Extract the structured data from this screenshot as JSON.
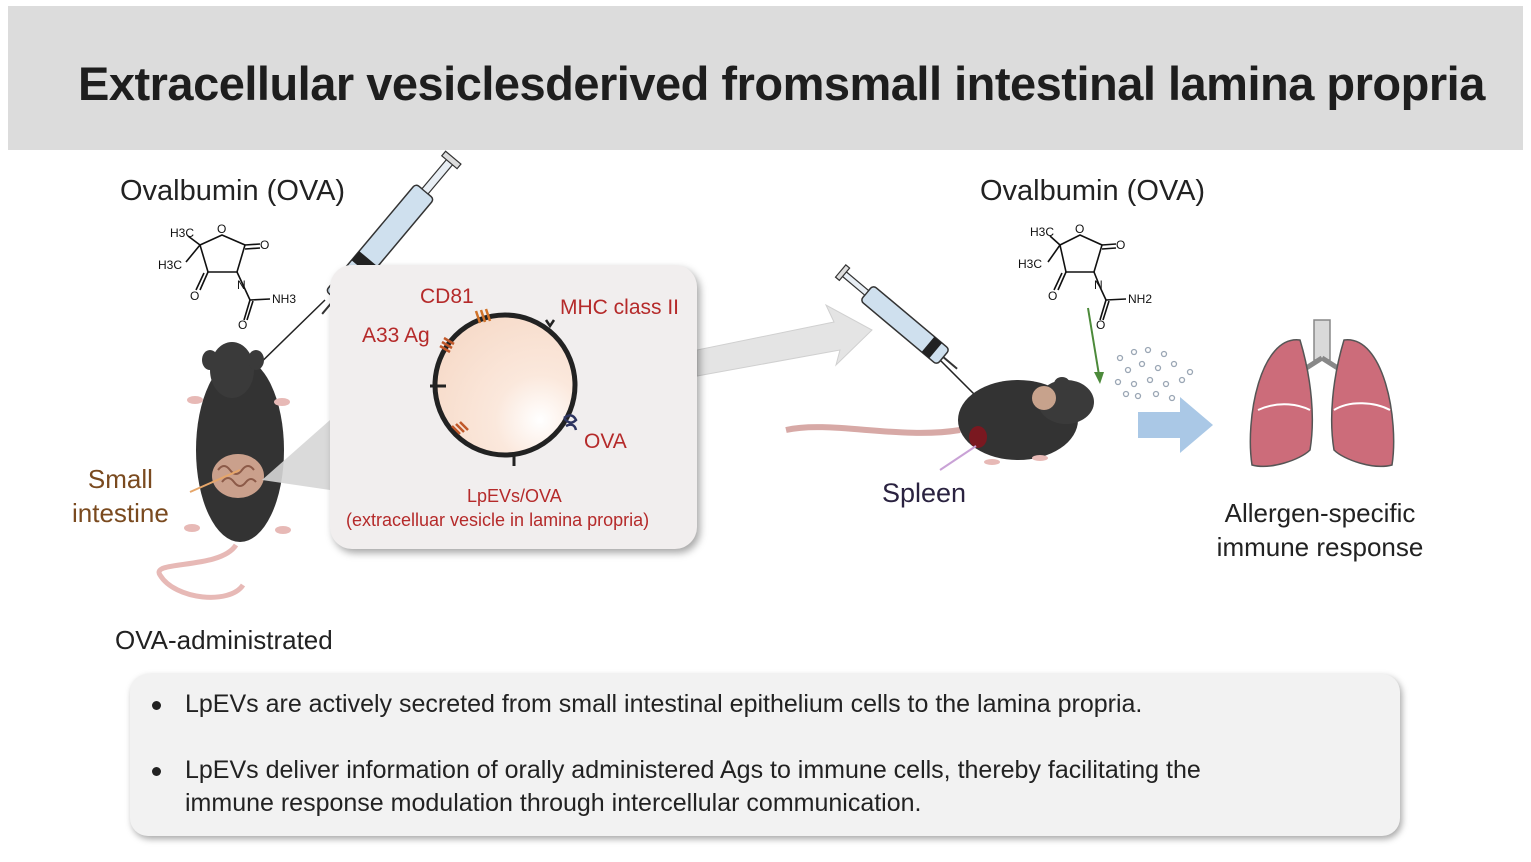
{
  "header": {
    "title": "Extracellular vesiclesderived fromsmall intestinal lamina propria"
  },
  "left": {
    "ova_title": "Ovalbumin (OVA)",
    "chem": {
      "h3c_top": "H3C",
      "h3c_bottom": "H3C",
      "nh3": "NH3",
      "o1": "O",
      "o2": "O",
      "o3": "O",
      "o4": "O",
      "n": "N"
    },
    "organ_label": "Small\nintestine",
    "mouse_caption": "OVA-administrated"
  },
  "inset": {
    "markers": {
      "cd81": "CD81",
      "mhc": "MHC class II",
      "a33": "A33 Ag",
      "ova": "OVA"
    },
    "caption_line1": "LpEVs/OVA",
    "caption_line2": "(extracelluar vesicle in lamina propria)"
  },
  "right": {
    "ova_title": "Ovalbumin (OVA)",
    "chem": {
      "h3c_top": "H3C",
      "h3c_bottom": "H3C",
      "nh2": "NH2",
      "o1": "O",
      "o2": "O",
      "o3": "O",
      "o4": "O",
      "n": "N"
    },
    "spleen_label": "Spleen",
    "response_label": "Allergen-specific\nimmune response"
  },
  "bullets": [
    "LpEVs are actively secreted from small intestinal epithelium cells to the lamina propria.",
    "LpEVs deliver information of orally administered Ags to immune cells, thereby facilitating the\nimmune response modulation through intercellular communication."
  ],
  "colors": {
    "header_bg": "#dcdcdc",
    "marker_red": "#b52a2a",
    "organ_brown": "#7a4a1f",
    "spleen_text": "#2a2240",
    "arrow_blue": "#aac8e6",
    "lung_pink": "#cc6c7a"
  }
}
